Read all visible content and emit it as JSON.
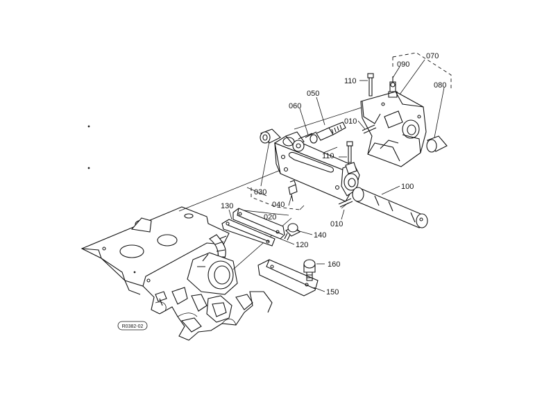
{
  "diagram": {
    "figure_code": "R0382-02",
    "callouts": {
      "p070": "070",
      "p090": "090",
      "p080": "080",
      "p110a": "110",
      "p050": "050",
      "p060": "060",
      "p010a": "010",
      "p110b": "110",
      "p030": "030",
      "p100": "100",
      "p040": "040",
      "p020": "020",
      "p010b": "010",
      "p130": "130",
      "p140": "140",
      "p120": "120",
      "p160": "160",
      "p150": "150"
    }
  }
}
